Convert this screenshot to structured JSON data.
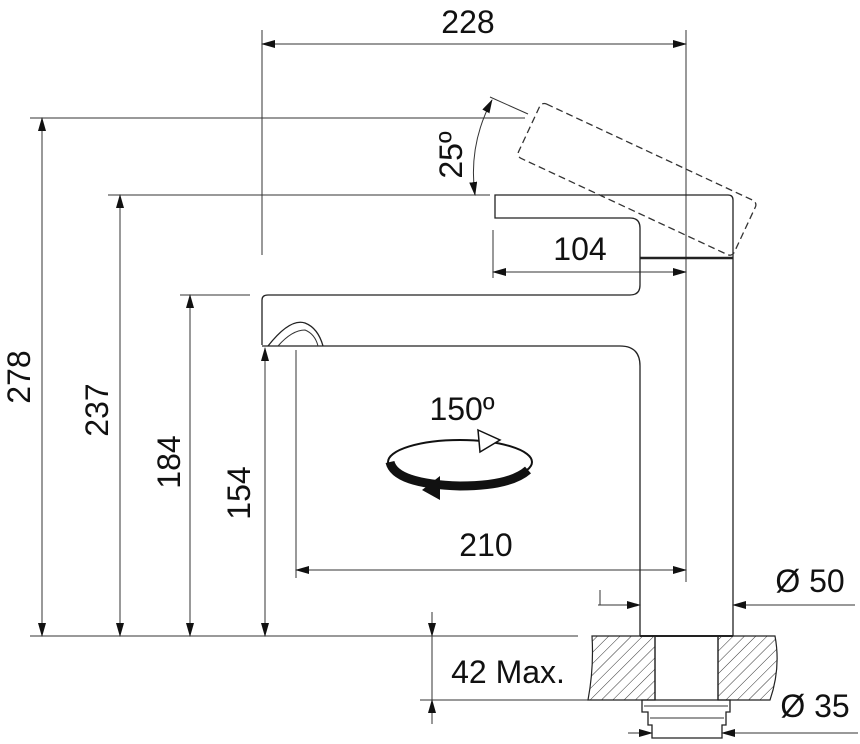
{
  "title": "Faucet dimension drawing",
  "dimensions": {
    "overall_width": "228",
    "overall_height": "278",
    "lever_height": "237",
    "spout_top_height": "184",
    "spout_clearance": "154",
    "lever_length": "104",
    "spout_reach": "210",
    "lever_tilt": "25º",
    "swivel_angle": "150º",
    "body_diameter": "Ø 50",
    "tail_diameter": "Ø 35",
    "max_deck_thickness": "42 Max."
  },
  "colors": {
    "line": "#222222",
    "background": "#ffffff"
  }
}
